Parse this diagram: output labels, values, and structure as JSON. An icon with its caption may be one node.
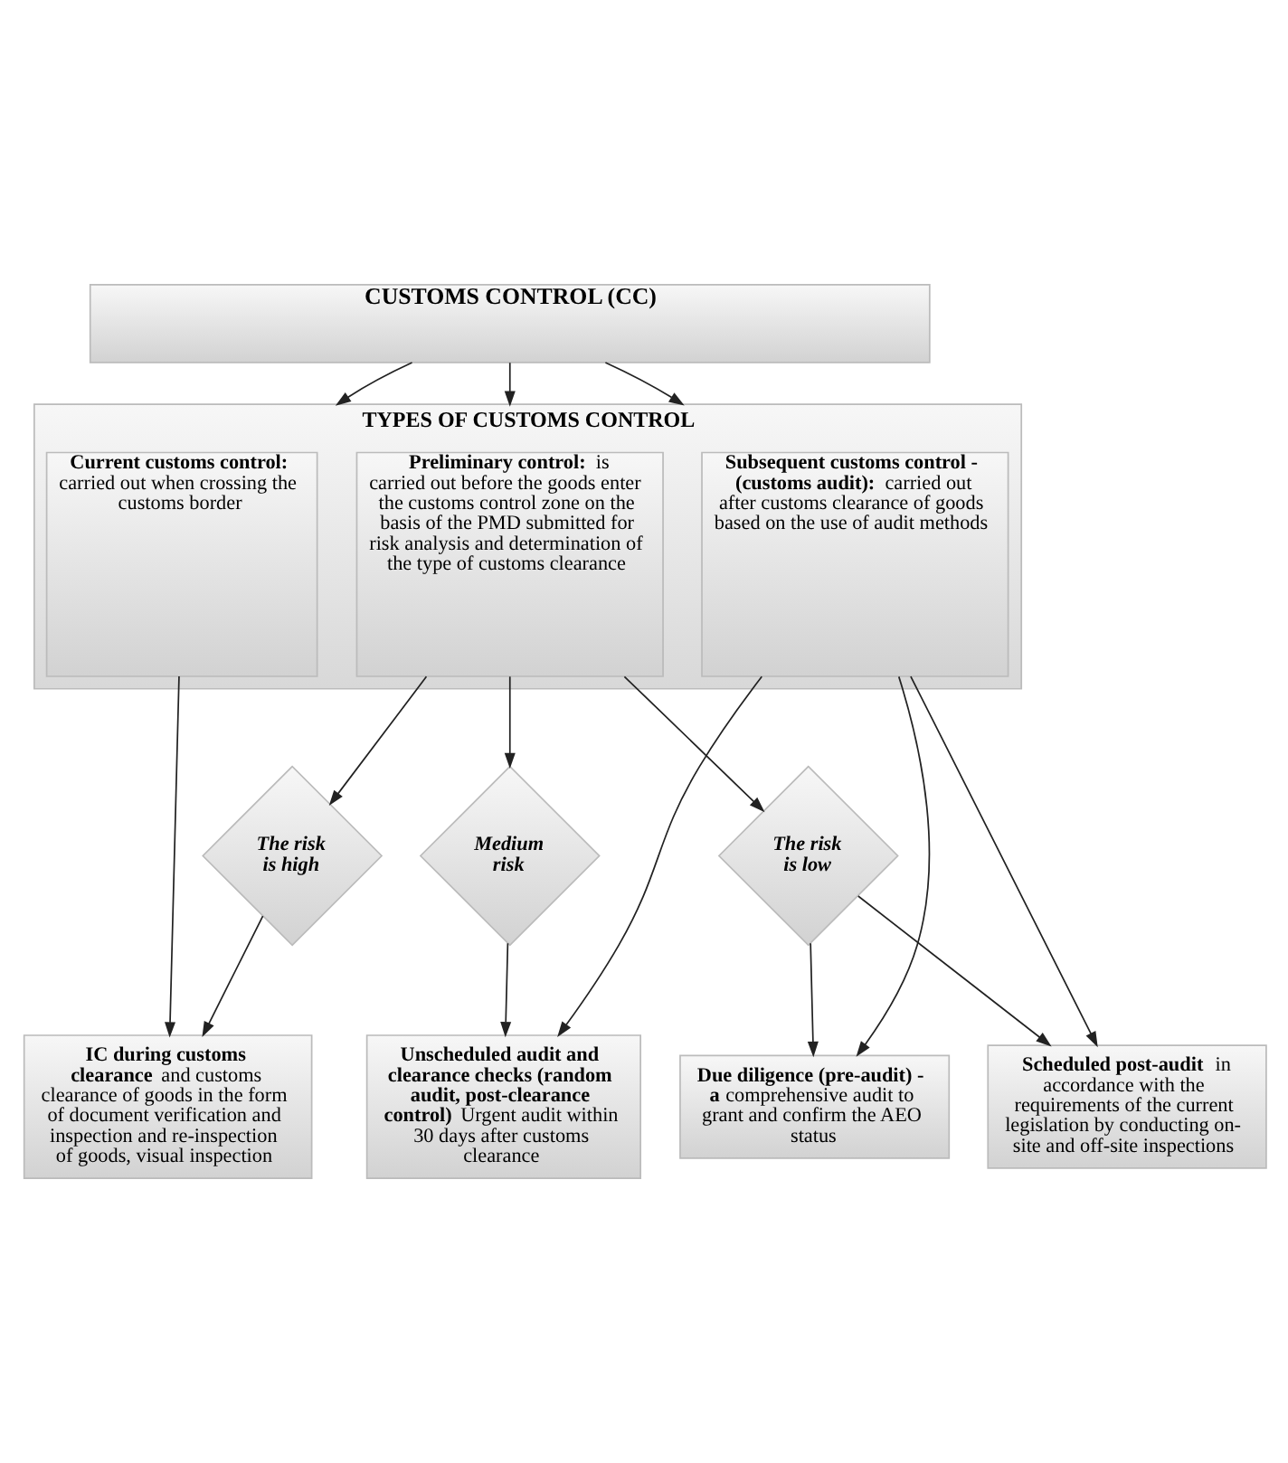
{
  "diagram": {
    "nodes": [
      {
        "text": [
          "CUSTOMS CONTROL (CC)"
        ]
      },
      {
        "text": [
          "TYPES OF CUSTOMS CONTROL"
        ]
      },
      {
        "text": [
          "**Preliminary control:** is carried out before the goods enter the customs control zone on the basis of the PMD submitted for risk analysis and determination of the type of customs clearance"
        ],
        "in": 1
      },
      {
        "text": [
          "**Current customs control:** carried out when crossing the customs border"
        ],
        "in": 1
      },
      {
        "text": [
          "**Subsequent customs control - (customs audit):** carried out after customs clearance of goods based on the use of audit methods"
        ],
        "in": 1
      },
      {
        "text": [
          "The risk is high"
        ]
      },
      {
        "text": [
          "Medium risk"
        ]
      },
      {
        "text": [
          "The risk is low"
        ]
      },
      {
        "text": [
          "**IC during customs clearance** and customs clearance of goods in the form of document verification and inspection and re-inspection of goods, visual inspection"
        ]
      },
      {
        "text": [
          "**Unscheduled audit and clearance checks (random audit, post-clearance control)** Urgent audit within 30 days after customs clearance"
        ]
      },
      {
        "text": [
          "**Due diligence (pre-audit) - a** comprehensive audit to grant and confirm the AEO status"
        ]
      },
      {
        "text": [
          "**Scheduled post-audit** in accordance with the requirements of the current legislation by conducting on-site and off-site inspections"
        ]
      }
    ],
    "edges": [
      {
        "from": 0,
        "to": 2,
        "arrow": "to"
      },
      {
        "from": 0,
        "to": 3,
        "arrow": "to"
      },
      {
        "from": 0,
        "to": 4,
        "arrow": "to"
      },
      {
        "from": 2,
        "to": 5,
        "arrow": "to"
      },
      {
        "from": 2,
        "to": 6,
        "arrow": "to"
      },
      {
        "from": 2,
        "to": 7,
        "arrow": "to"
      },
      {
        "from": 5,
        "to": 8,
        "arrow": "to"
      },
      {
        "from": 3,
        "to": 8,
        "arrow": "to"
      },
      {
        "from": 6,
        "to": 9,
        "arrow": "to"
      },
      {
        "from": 7,
        "to": 10,
        "arrow": "to"
      },
      {
        "from": 7,
        "to": 11,
        "arrow": "to"
      },
      {
        "from": 4,
        "to": 9,
        "arrow": "to"
      },
      {
        "from": 4,
        "to": 10,
        "arrow": "to"
      },
      {
        "from": 4,
        "to": 11,
        "arrow": "to"
      }
    ]
  }
}
